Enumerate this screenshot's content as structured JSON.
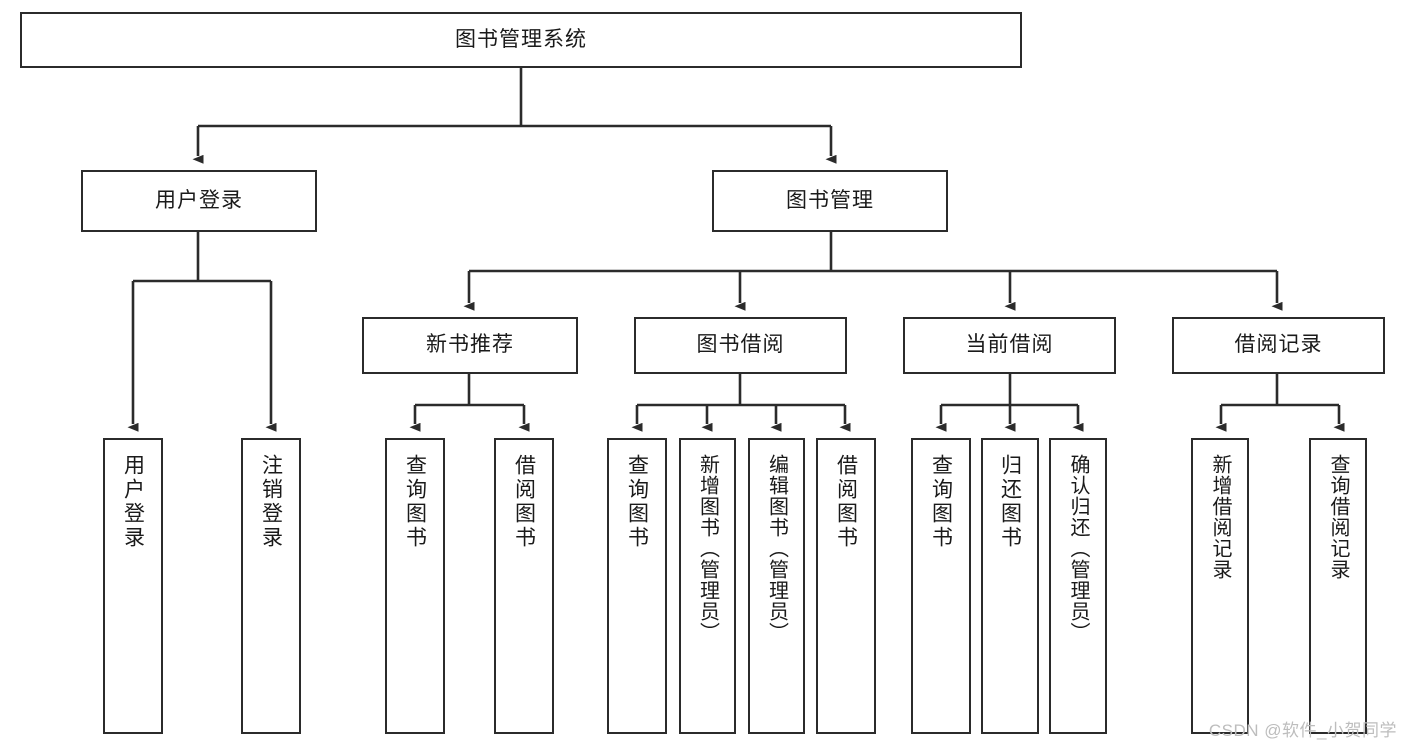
{
  "diagram": {
    "title": "图书管理系统",
    "type": "tree-structure-chart",
    "colors": {
      "box_border": "#2b2b2b",
      "box_fill": "#ffffff",
      "connector": "#2b2b2b",
      "text": "#1a1a1a",
      "watermark": "#bdbdbd",
      "background": "#ffffff"
    },
    "root": {
      "label": "图书管理系统"
    },
    "level2": [
      {
        "label": "用户登录"
      },
      {
        "label": "图书管理"
      }
    ],
    "level3": [
      {
        "label": "新书推荐"
      },
      {
        "label": "图书借阅"
      },
      {
        "label": "当前借阅"
      },
      {
        "label": "借阅记录"
      }
    ],
    "leaves_user_login": [
      {
        "label": "用户登录"
      },
      {
        "label": "注销登录"
      }
    ],
    "leaves_new_book": [
      {
        "label": "查询图书"
      },
      {
        "label": "借阅图书"
      }
    ],
    "leaves_borrow": [
      {
        "label": "查询图书"
      },
      {
        "label": "新增图书（管理员）"
      },
      {
        "label": "编辑图书（管理员）"
      },
      {
        "label": "借阅图书"
      }
    ],
    "leaves_current": [
      {
        "label": "查询图书"
      },
      {
        "label": "归还图书"
      },
      {
        "label": "确认归还（管理员）"
      }
    ],
    "leaves_record": [
      {
        "label": "新增借阅记录"
      },
      {
        "label": "查询借阅记录"
      }
    ],
    "watermark": "CSDN @软件_小贺同学"
  }
}
